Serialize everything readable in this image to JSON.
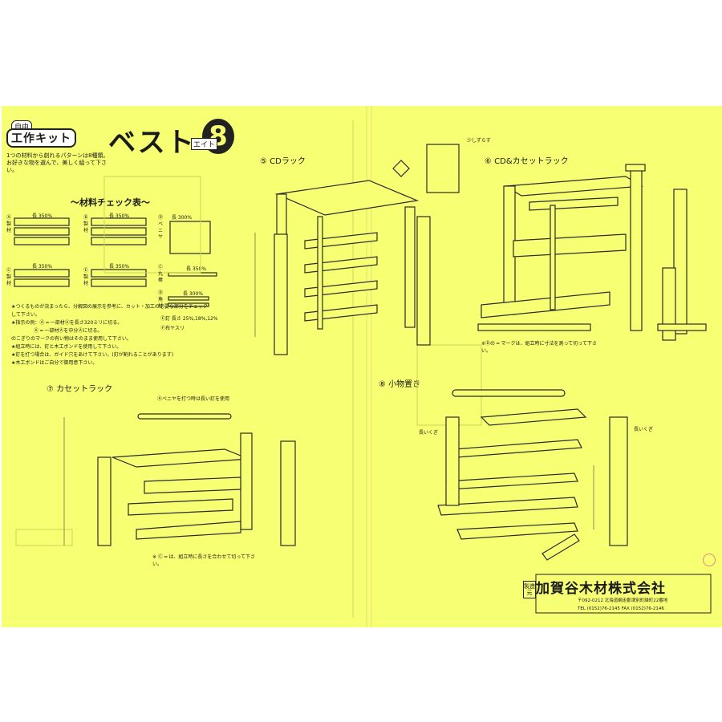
{
  "header": {
    "jiyu": "自由",
    "kosaku_kit": "工作キット",
    "best": "ベスト",
    "number": "8",
    "eight": "エイト",
    "intro": "1つの材料から創れるパターンは8種類。お好きな物を選んで、美しく組って下さい。"
  },
  "materials": {
    "title": "〜材料チェック表〜",
    "a_label": "Ⓐ製材",
    "b_label": "Ⓑ製材",
    "c_label": "Ⓒ製材",
    "e_label": "Ⓔ製材",
    "veneer_label": "Ⓓベニヤ",
    "round_label": "Ⓒ丸棒",
    "square_label": "Ⓓ角材",
    "len_350": "長 350%",
    "len_300": "長 300%",
    "veneer_size": "長 300%",
    "nails": "Ⓔ釘 長さ 25%,18%,12%",
    "sandpaper": "Ⓕ布ヤスリ"
  },
  "notes": [
    "★つくるものが決まったら、分解図の展示を参考に、カット・加工の必要な部分をチェックして下さい。",
    "★指示の例：Ⓐ ━ 一部材Ⓐを長さ320ミリに切る。",
    "Ⓐ ━ 一部材Ⓐを中分Ⓐに切る。",
    "のこぎりのマークの有い物はそのまま使用して下さい。",
    "★組立時には、釘と木工ボンドを使用して下さい。",
    "★釘を打つ場合は、ガイド穴をあけて下さい。(釘が割れることがあります)",
    "★木工ボンドはご自分で御用意下さい。"
  ],
  "sections": {
    "s5": "⑤ CDラック",
    "s6": "⑥ CD&カセットラック",
    "s7": "⑦ カセットラック",
    "s8": "⑧ 小物置き"
  },
  "annotations": {
    "s5_note": "少しずらす",
    "s6_note": "※Ⓓの ━ マークは、組立時に寸法を測って切って下さい。",
    "s7_note": "※ Ⓒ ━ は、組立時に長さを合わせて切って下さい。",
    "s7_top": "Ⓐベニヤを打つ時は長い釘を使用",
    "s8_len1": "長いくぎ",
    "s8_len2": "長いくぎ"
  },
  "company": {
    "maker": "製造元",
    "name": "加賀谷木材株式会社",
    "address": "〒092-0212 北海道網走郡津別町緑町22番地",
    "tel": "TEL (0152)76-2145 FAX (0152)76-2146"
  }
}
